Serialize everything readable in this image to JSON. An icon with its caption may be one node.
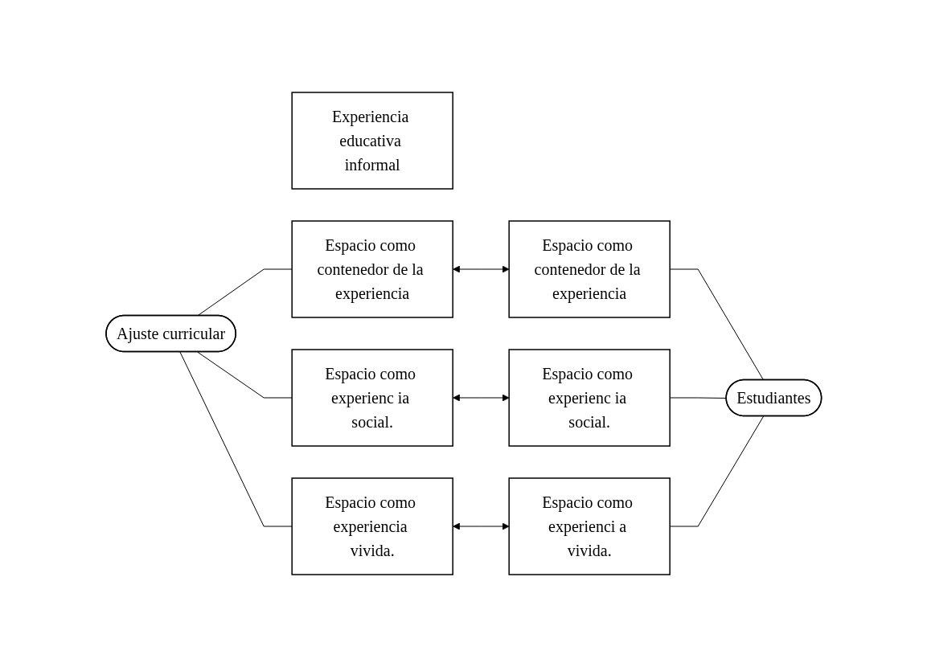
{
  "diagram": {
    "nodes": [
      {
        "text": [
          "Experiencia educativa informal"
        ]
      },
      {
        "text": [
          "Espacio como contenedor de la experiencia"
        ]
      },
      {
        "text": [
          "Espacio como contenedor de la experiencia"
        ]
      },
      {
        "text": [
          "Ajuste curricular"
        ]
      },
      {
        "text": [
          "Espacio como experienc ia social."
        ]
      },
      {
        "text": [
          "Espacio como experienc ia social."
        ]
      },
      {
        "text": [
          "Estudiantes"
        ]
      },
      {
        "text": [
          "Espacio como experiencia vivida."
        ]
      },
      {
        "text": [
          "Espacio como experienci a vivida."
        ]
      }
    ],
    "edges": [
      {
        "from": 1,
        "to": 2,
        "arrow": "both"
      },
      {
        "from": 4,
        "to": 5,
        "arrow": "both"
      },
      {
        "from": 7,
        "to": 8,
        "arrow": "both"
      },
      {
        "from": 3,
        "to": 1,
        "arrow": "none"
      },
      {
        "from": 3,
        "to": 4,
        "arrow": "none"
      },
      {
        "from": 3,
        "to": 7,
        "arrow": "none"
      },
      {
        "from": 2,
        "to": 6,
        "arrow": "none"
      },
      {
        "from": 5,
        "to": 6,
        "arrow": "none"
      },
      {
        "from": 8,
        "to": 6,
        "arrow": "none"
      }
    ]
  }
}
